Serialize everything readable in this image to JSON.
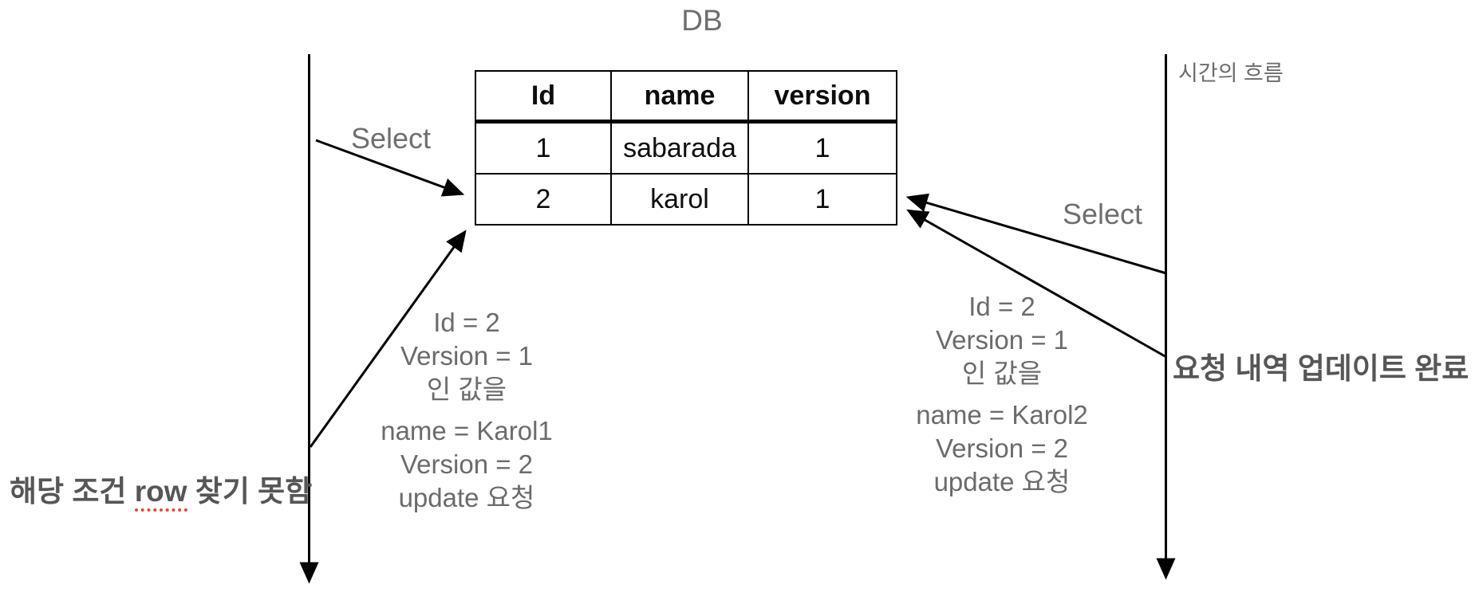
{
  "title": "DB",
  "colors": {
    "gray_text": "#6b6b6b",
    "bold_text": "#565656",
    "underline_red": "#e4473c",
    "line": "#000000"
  },
  "table": {
    "headers": [
      "Id",
      "name",
      "version"
    ],
    "rows": [
      [
        "1",
        "sabarada",
        "1"
      ],
      [
        "2",
        "karol",
        "1"
      ]
    ]
  },
  "left_timeline": {
    "select_label": "Select",
    "note": {
      "before": "해당 조건 ",
      "underlined": "row",
      "after": " 찾기 못함"
    }
  },
  "right_timeline": {
    "time_label": "시간의 흐름",
    "select_label": "Select",
    "note": "요청 내역 업데이트 완료"
  },
  "left_request": {
    "lines": [
      "Id = 2",
      "Version = 1",
      "인 값을",
      "name = Karol1",
      "Version = 2",
      "update 요청"
    ]
  },
  "right_request": {
    "lines": [
      "Id = 2",
      "Version = 1",
      "인 값을",
      "name = Karol2",
      "Version = 2",
      "update 요청"
    ]
  }
}
